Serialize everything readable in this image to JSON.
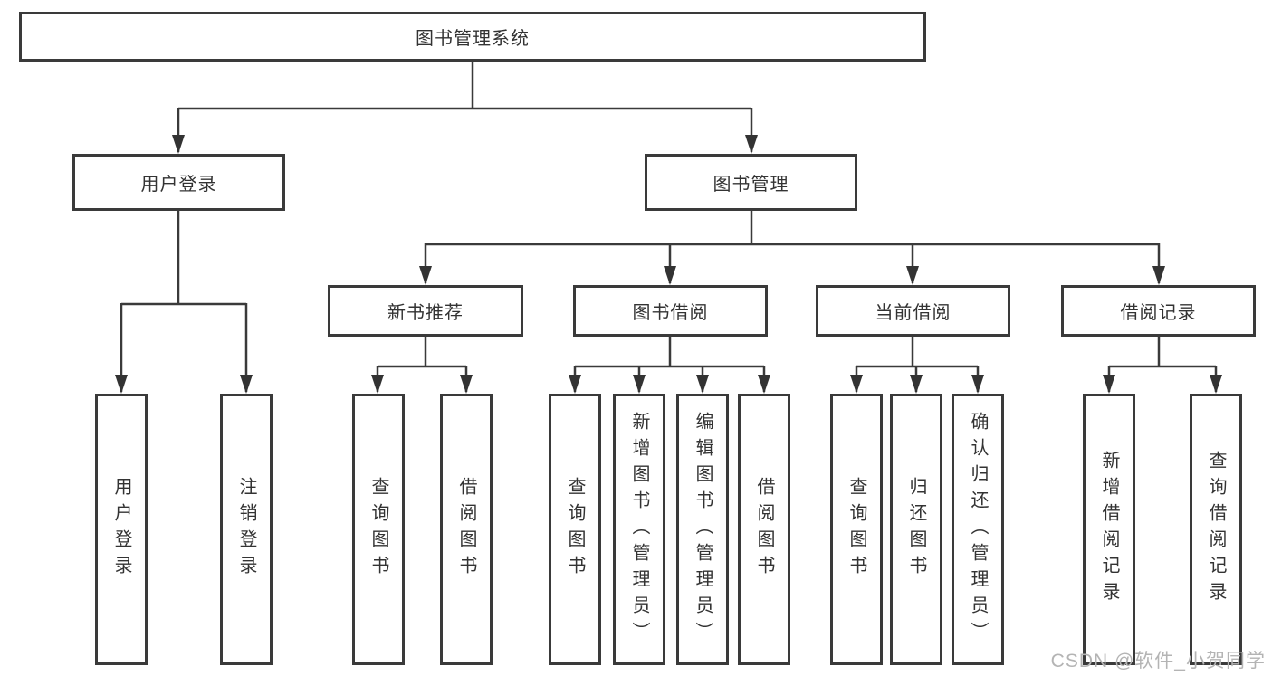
{
  "diagram": {
    "type": "hierarchy",
    "colors": {
      "line": "#3a3a3a",
      "text": "#333333",
      "background": "#ffffff",
      "watermark": "#b4b4b4"
    },
    "tree": {
      "label": "图书管理系统",
      "children": [
        {
          "label": "用户登录",
          "children": [
            {
              "label": "用户登录"
            },
            {
              "label": "注销登录"
            }
          ]
        },
        {
          "label": "图书管理",
          "children": [
            {
              "label": "新书推荐",
              "children": [
                {
                  "label": "查询图书"
                },
                {
                  "label": "借阅图书"
                }
              ]
            },
            {
              "label": "图书借阅",
              "children": [
                {
                  "label": "查询图书"
                },
                {
                  "label": "新增图书（管理员）"
                },
                {
                  "label": "编辑图书（管理员）"
                },
                {
                  "label": "借阅图书"
                }
              ]
            },
            {
              "label": "当前借阅",
              "children": [
                {
                  "label": "查询图书"
                },
                {
                  "label": "归还图书"
                },
                {
                  "label": "确认归还（管理员）"
                }
              ]
            },
            {
              "label": "借阅记录",
              "children": [
                {
                  "label": "新增借阅记录"
                },
                {
                  "label": "查询借阅记录"
                }
              ]
            }
          ]
        }
      ]
    }
  },
  "watermark": {
    "text": "CSDN @软件_小贺同学"
  }
}
